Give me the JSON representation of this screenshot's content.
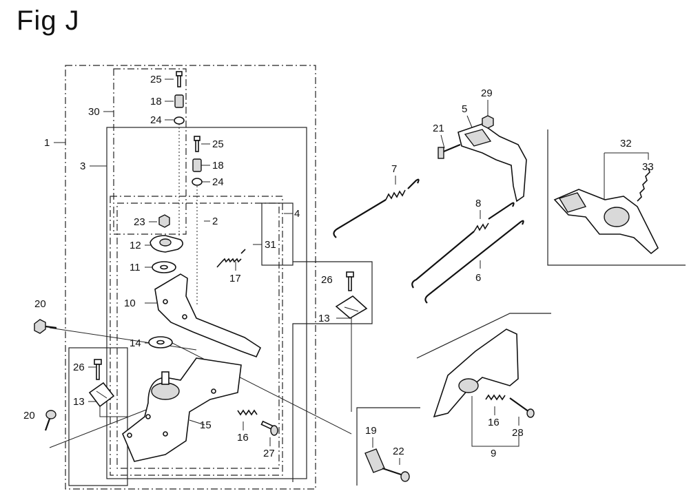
{
  "figure_title": "Fig J",
  "labels": {
    "l1": "1",
    "l2": "2",
    "l3": "3",
    "l4": "4",
    "l5": "5",
    "l6": "6",
    "l7": "7",
    "l8": "8",
    "l9": "9",
    "l10": "10",
    "l11": "11",
    "l12": "12",
    "l13a": "13",
    "l13b": "13",
    "l14": "14",
    "l15": "15",
    "l16a": "16",
    "l16b": "16",
    "l17": "17",
    "l18a": "18",
    "l18b": "18",
    "l19": "19",
    "l20a": "20",
    "l20b": "20",
    "l21": "21",
    "l22": "22",
    "l23": "23",
    "l24a": "24",
    "l24b": "24",
    "l25a": "25",
    "l25b": "25",
    "l26a": "26",
    "l26b": "26",
    "l27": "27",
    "l28": "28",
    "l29": "29",
    "l30": "30",
    "l31": "31",
    "l32": "32",
    "l33": "33"
  }
}
